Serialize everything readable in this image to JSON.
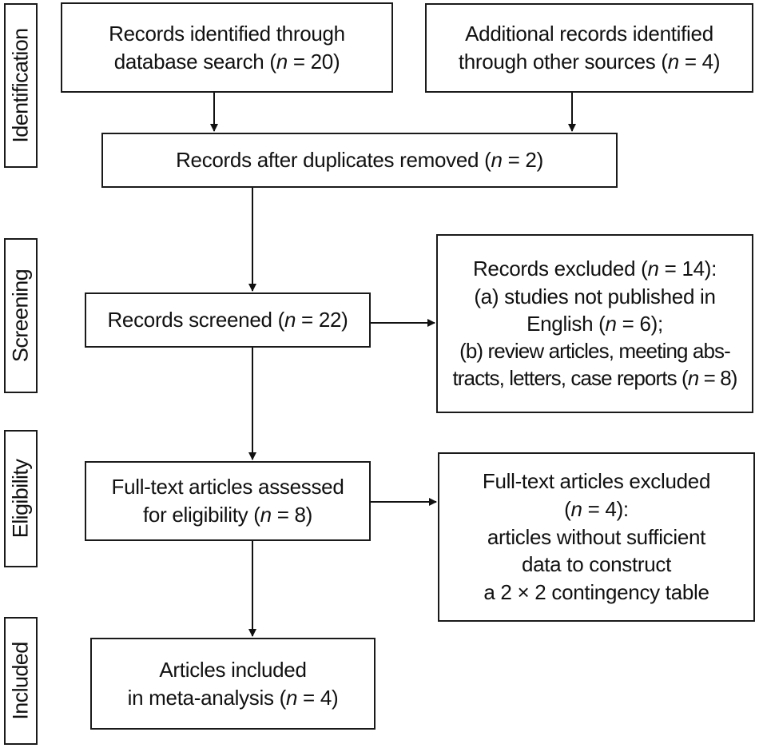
{
  "phases": {
    "identification": "Identification",
    "screening": "Screening",
    "eligibility": "Eligibility",
    "included": "Included"
  },
  "boxes": {
    "database_search": [
      "Records identified through",
      "database search (n = 20)"
    ],
    "other_sources": [
      "Additional records identified",
      "through other sources (n = 4)"
    ],
    "duplicates_removed": [
      "Records after duplicates removed (n = 2)"
    ],
    "records_screened": [
      "Records screened (n = 22)"
    ],
    "records_excluded": [
      "Records excluded (n = 14):",
      "(a) studies not published in",
      "English (n = 6);",
      "(b) review articles, meeting abs-",
      "tracts, letters, case reports (n = 8)"
    ],
    "fulltext_assessed": [
      "Full-text articles assessed",
      "for eligibility (n = 8)"
    ],
    "fulltext_excluded": [
      "Full-text articles excluded",
      "(n = 4):",
      "articles without sufficient",
      "data to construct",
      "a 2 × 2 contingency table"
    ],
    "included_meta": [
      "Articles included",
      "in meta-analysis (n = 4)"
    ]
  }
}
